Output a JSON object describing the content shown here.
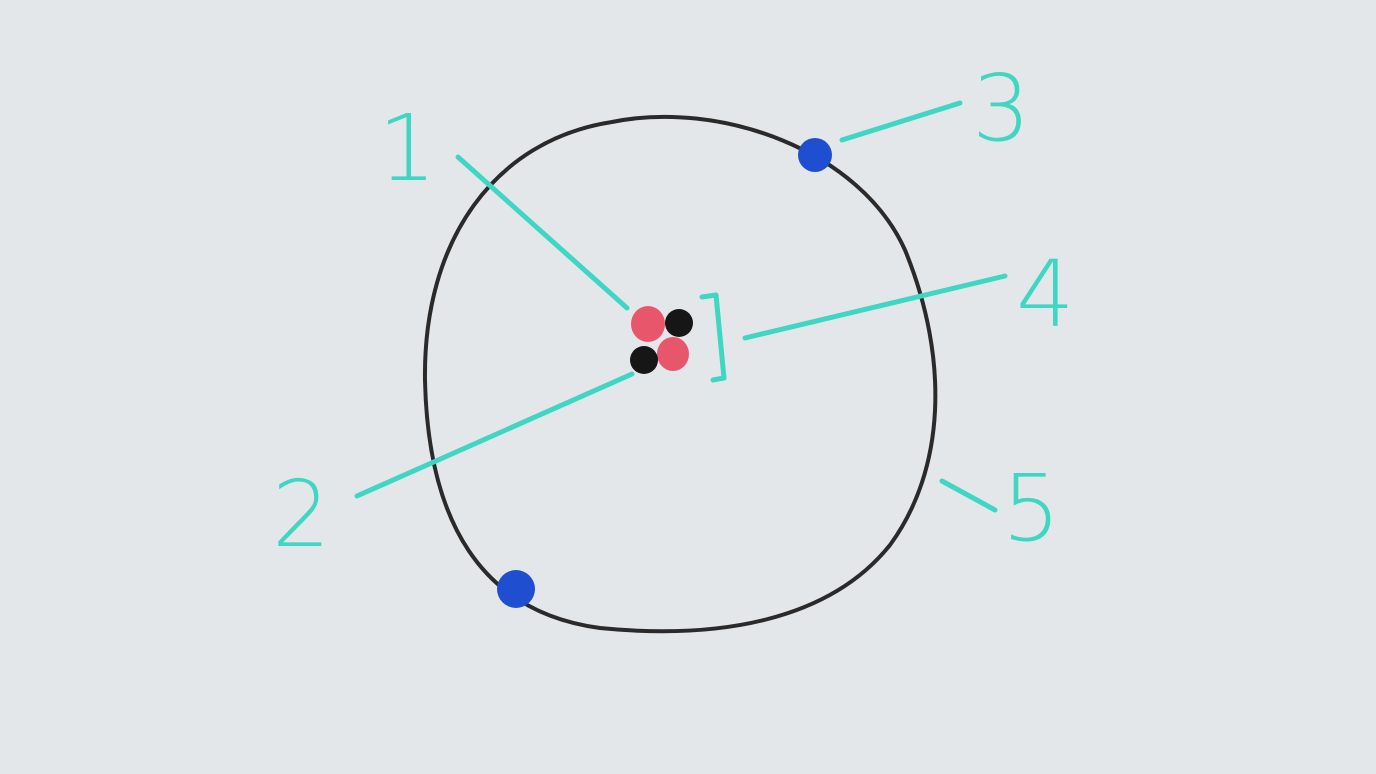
{
  "colors": {
    "background": "#e4e7ea",
    "marker_label": "#3fd6c4",
    "orbit": "#2a2a2a",
    "proton": "#e8566b",
    "neutron": "#161616",
    "electron": "#1f4fd0"
  },
  "labels": [
    {
      "id": "1",
      "text": "1",
      "points_to": "proton"
    },
    {
      "id": "2",
      "text": "2",
      "points_to": "neutron"
    },
    {
      "id": "3",
      "text": "3",
      "points_to": "electron"
    },
    {
      "id": "4",
      "text": "4",
      "points_to": "nucleus"
    },
    {
      "id": "5",
      "text": "5",
      "points_to": "electron-shell"
    }
  ],
  "nucleus": {
    "particles": [
      {
        "kind": "proton"
      },
      {
        "kind": "neutron"
      },
      {
        "kind": "neutron"
      },
      {
        "kind": "proton"
      }
    ]
  },
  "electrons": [
    {
      "kind": "electron"
    },
    {
      "kind": "electron"
    }
  ]
}
